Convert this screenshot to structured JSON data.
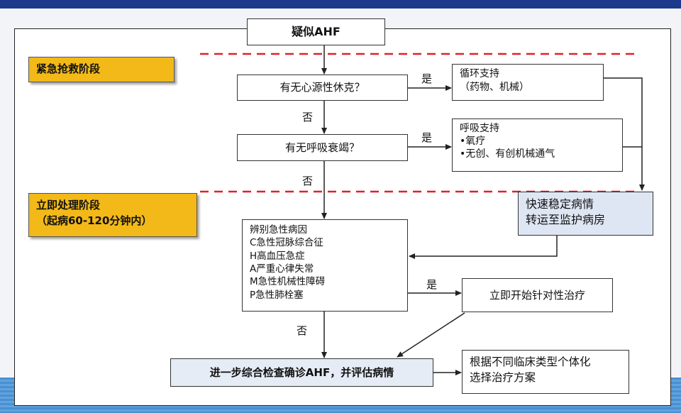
{
  "stages": {
    "emergency": "紧急抢救阶段",
    "immediate_line1": "立即处理阶段",
    "immediate_line2": "（起病60-120分钟内）"
  },
  "nodes": {
    "suspect": "疑似AHF",
    "shock_question": "有无心源性休克？",
    "circulation_support_line1": "循环支持",
    "circulation_support_line2": "（药物、机械）",
    "resp_question": "有无呼吸衰竭？",
    "resp_support_line1": "呼吸支持",
    "resp_support_line2": "•氧疗",
    "resp_support_line3": "•无创、有创机械通气",
    "stabilize_line1": "快速稳定病情",
    "stabilize_line2": "转运至监护病房",
    "identify": [
      "辨别急性病因",
      "C急性冠脉综合征",
      "H高血压急症",
      "A严重心律失常",
      "M急性机械性障碍",
      "P急性肺栓塞"
    ],
    "targeted_treatment": "立即开始针对性治疗",
    "further_exam": "进一步综合检查确诊AHF，并评估病情",
    "individualized_line1": "根据不同临床类型个体化",
    "individualized_line2": "选择治疗方案"
  },
  "labels": {
    "yes": "是",
    "no": "否"
  },
  "colors": {
    "stage_fill": "#f2b918",
    "divider_red": "#e0202a",
    "header_blue": "#1b3a8c",
    "stabilize_fill": "#dfe6f3",
    "further_fill": "#e6ecf5"
  }
}
